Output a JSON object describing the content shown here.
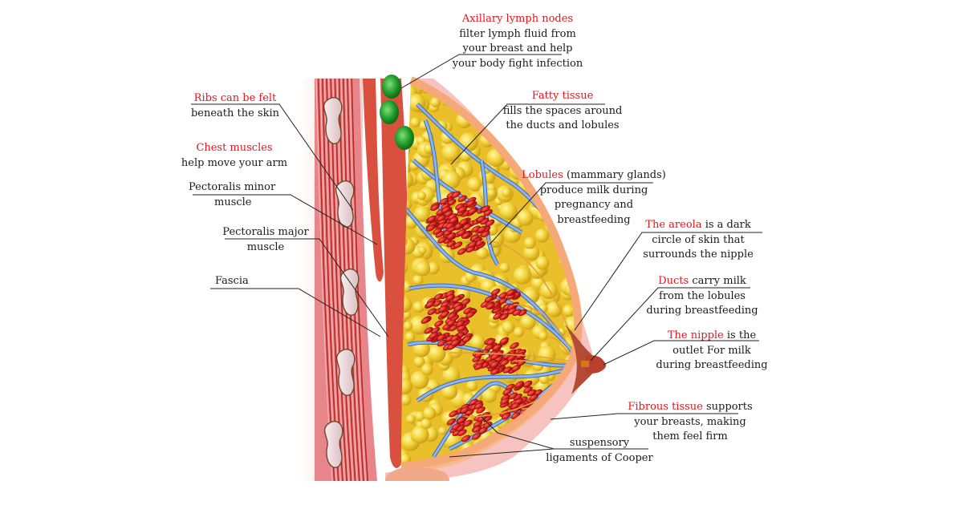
{
  "title": "Breast anatomy diagram",
  "colors": {
    "highlight_text": "#e8141c",
    "body_text": "#1a1a1a",
    "muscle": "#d9503f",
    "muscle_dark": "#b8281f",
    "fat": "#f1d33c",
    "fat_shadow": "#c9a21a",
    "lobule": "#d81e1e",
    "duct": "#8cb4e6",
    "lymph_node": "#1f9a2a",
    "skin": "#f7b98c",
    "skin_outer": "#f7c3c0",
    "areola": "#b34b35",
    "rib": "#f7e1e6"
  },
  "labels": {
    "axillary": {
      "highlight": "Axillary lymph nodes",
      "lines": [
        "filter lymph fluid  from",
        "your breast and help",
        "your body fight infection"
      ]
    },
    "ribs": {
      "highlight": "Ribs can be felt",
      "lines": [
        "beneath the skin"
      ]
    },
    "chest_muscles": {
      "highlight": "Chest muscles",
      "lines": [
        "help move your arm"
      ]
    },
    "pectoralis_minor": {
      "lines": [
        "Pectoralis minor",
        "muscle"
      ]
    },
    "pectoralis_major": {
      "lines": [
        "Pectoralis major",
        "muscle"
      ]
    },
    "fascia": {
      "lines": [
        "Fascia"
      ]
    },
    "fatty_tissue": {
      "highlight": "Fatty tissue",
      "lines": [
        "fills the spaces around",
        "the ducts and lobules"
      ]
    },
    "lobules": {
      "highlight": "Lobules",
      "rest": " (mammary glands)",
      "lines": [
        "produce milk during",
        "pregnancy and",
        "breastfeeding"
      ]
    },
    "areola": {
      "highlight": "The areola",
      "rest": " is a dark",
      "lines": [
        "circle of skin that",
        "surrounds the nipple"
      ]
    },
    "ducts": {
      "highlight": "Ducts",
      "rest": " carry milk",
      "lines": [
        "from the lobules",
        "during breastfeeding"
      ]
    },
    "nipple": {
      "highlight": "The nipple",
      "rest": " is the",
      "lines": [
        "outlet For milk",
        "during breastfeeding"
      ]
    },
    "fibrous": {
      "highlight": "Fibrous tissue",
      "rest": " supports",
      "lines": [
        "your breasts, making",
        "them feel firm"
      ]
    },
    "cooper": {
      "lines": [
        "suspensory",
        "ligaments of Cooper"
      ]
    }
  }
}
